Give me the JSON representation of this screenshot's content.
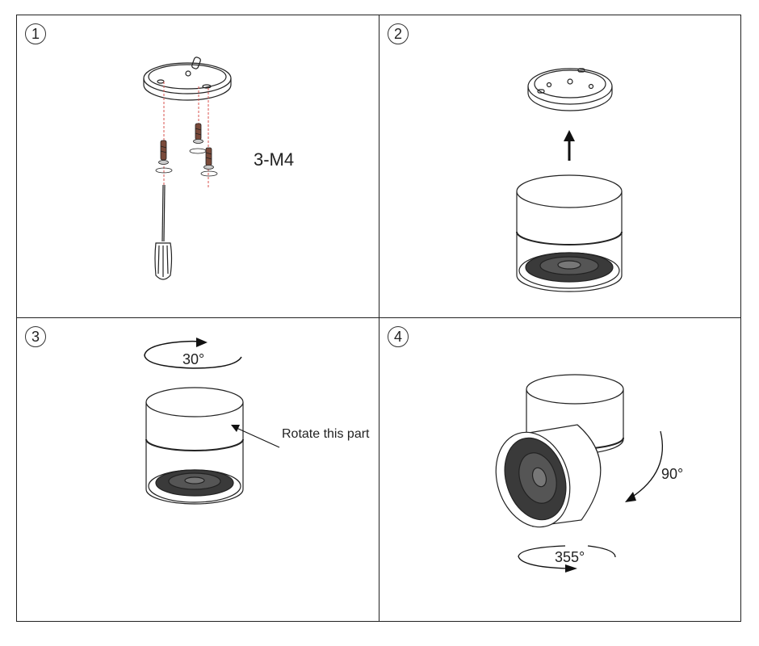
{
  "panels": [
    {
      "step": "1",
      "labels": {
        "screw": "3-M4"
      }
    },
    {
      "step": "2"
    },
    {
      "step": "3",
      "labels": {
        "angle": "30°",
        "note": "Rotate this part"
      }
    },
    {
      "step": "4",
      "labels": {
        "tilt": "90°",
        "spin": "355°"
      }
    }
  ],
  "colors": {
    "line": "#222222",
    "guide": "#d9534f",
    "lens": "#3a3a3a"
  }
}
